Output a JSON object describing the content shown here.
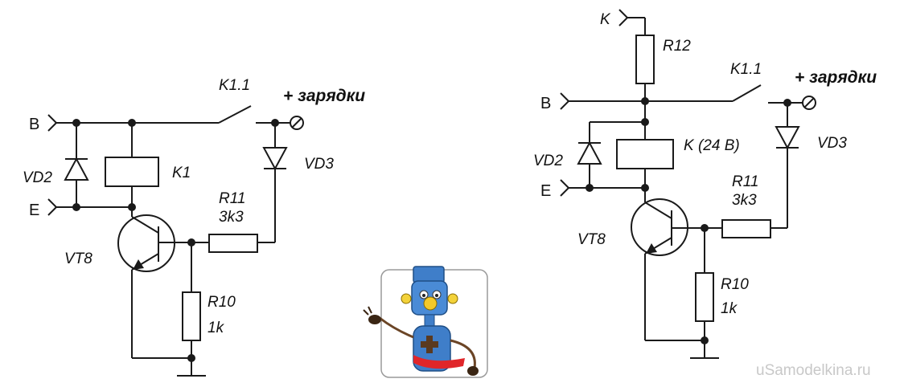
{
  "left_circuit": {
    "terminal_b": "B",
    "terminal_e": "E",
    "relay_contact": "K1.1",
    "charger_plus": "+ зарядки",
    "diode_vd3": "VD3",
    "diode_vd2": "VD2",
    "relay_coil": "K1",
    "resistor_r11_name": "R11",
    "resistor_r11_value": "3k3",
    "transistor": "VT8",
    "resistor_r10_name": "R10",
    "resistor_r10_value": "1k"
  },
  "right_circuit": {
    "terminal_k": "K",
    "resistor_r12_name": "R12",
    "relay_contact": "K1.1",
    "charger_plus": "+ зарядки",
    "terminal_b": "B",
    "relay_coil": "K (24 B)",
    "diode_vd3": "VD3",
    "diode_vd2": "VD2",
    "resistor_r11_name": "R11",
    "resistor_r11_value": "3k3",
    "terminal_e": "E",
    "transistor": "VT8",
    "resistor_r10_name": "R10",
    "resistor_r10_value": "1k"
  },
  "watermark": "uSamodelkina.ru",
  "logo": {
    "description_icon": "robot-mascot-icon"
  }
}
